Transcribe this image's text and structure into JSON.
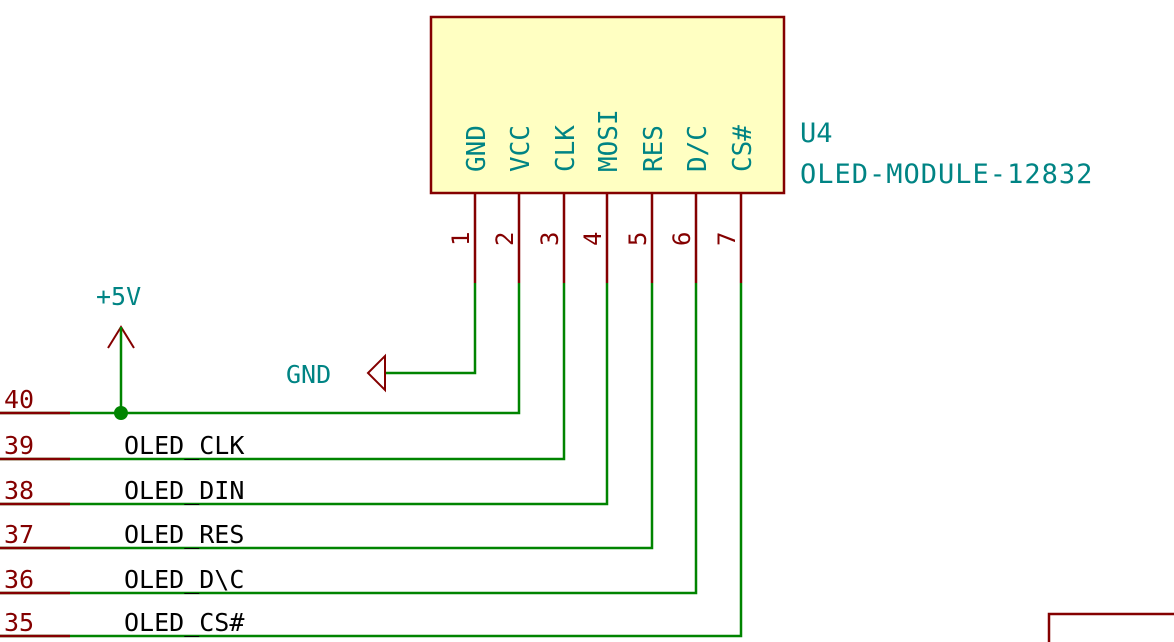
{
  "colors": {
    "body_fill": "#ffffc2",
    "body_stroke": "#840000",
    "pin": "#840000",
    "wire": "#008400",
    "junction": "#008400",
    "power_text": "#008484",
    "ref_text": "#008484",
    "pin_number": "#840000",
    "net_label": "#000000",
    "header_pin_number": "#840000",
    "background": "#ffffff"
  },
  "component": {
    "reference": "U4",
    "value": "OLED-MODULE-12832",
    "pins": [
      {
        "number": "1",
        "name": "GND"
      },
      {
        "number": "2",
        "name": "VCC"
      },
      {
        "number": "3",
        "name": "CLK"
      },
      {
        "number": "4",
        "name": "MOSI"
      },
      {
        "number": "5",
        "name": "RES"
      },
      {
        "number": "6",
        "name": "D/C"
      },
      {
        "number": "7",
        "name": "CS#"
      }
    ]
  },
  "power": {
    "supply_label": "+5V",
    "ground_label": "GND"
  },
  "header_pins": [
    {
      "number": "40",
      "net": ""
    },
    {
      "number": "39",
      "net": "OLED_CLK"
    },
    {
      "number": "38",
      "net": "OLED_DIN"
    },
    {
      "number": "37",
      "net": "OLED_RES"
    },
    {
      "number": "36",
      "net": "OLED_D\\C"
    },
    {
      "number": "35",
      "net": "OLED_CS#"
    }
  ]
}
